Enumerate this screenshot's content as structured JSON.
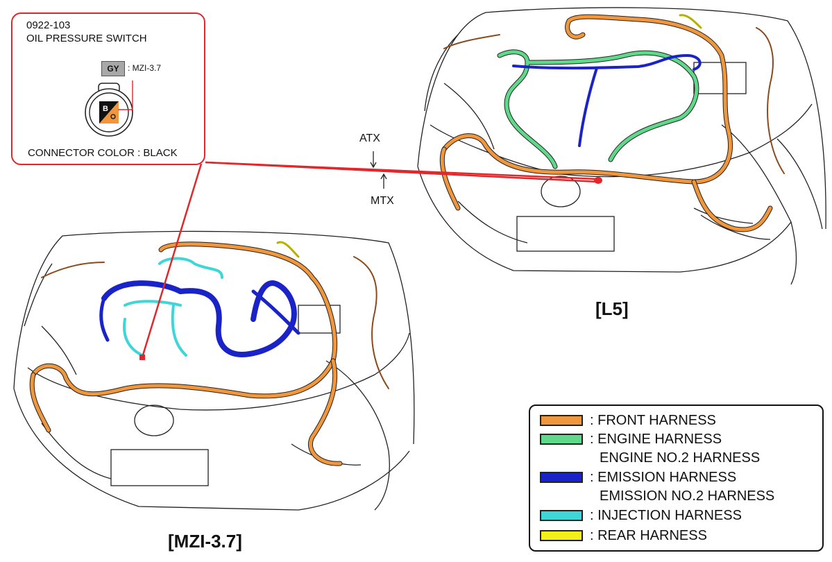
{
  "connector": {
    "code": "0922-103",
    "name": "OIL PRESSURE SWITCH",
    "pin_color": "GY",
    "pin_label": ": MZI-3.7",
    "pin_letter": "B",
    "connector_color": "CONNECTOR COLOR : BLACK"
  },
  "callouts": {
    "atx": "ATX",
    "mtx": "MTX"
  },
  "variants": {
    "l5": "[L5]",
    "mzi": "[MZI-3.7]"
  },
  "legend": {
    "items": [
      {
        "label": ": FRONT HARNESS",
        "color": "#f0963c"
      },
      {
        "label": ": ENGINE HARNESS",
        "sublabel": "ENGINE NO.2 HARNESS",
        "color": "#5fd88a"
      },
      {
        "label": ": EMISSION HARNESS",
        "sublabel": "EMISSION NO.2 HARNESS",
        "color": "#1a23c8"
      },
      {
        "label": ": INJECTION HARNESS",
        "color": "#3fd6d8"
      },
      {
        "label": ": REAR HARNESS",
        "color": "#f2ef1a"
      }
    ]
  },
  "colors": {
    "highlight": "#e2262a",
    "front": "#f0963c",
    "engine": "#5fd88a",
    "emission": "#1a23c8",
    "injection": "#3fd6d8",
    "rear": "#f2ef1a",
    "outline": "#222222"
  }
}
